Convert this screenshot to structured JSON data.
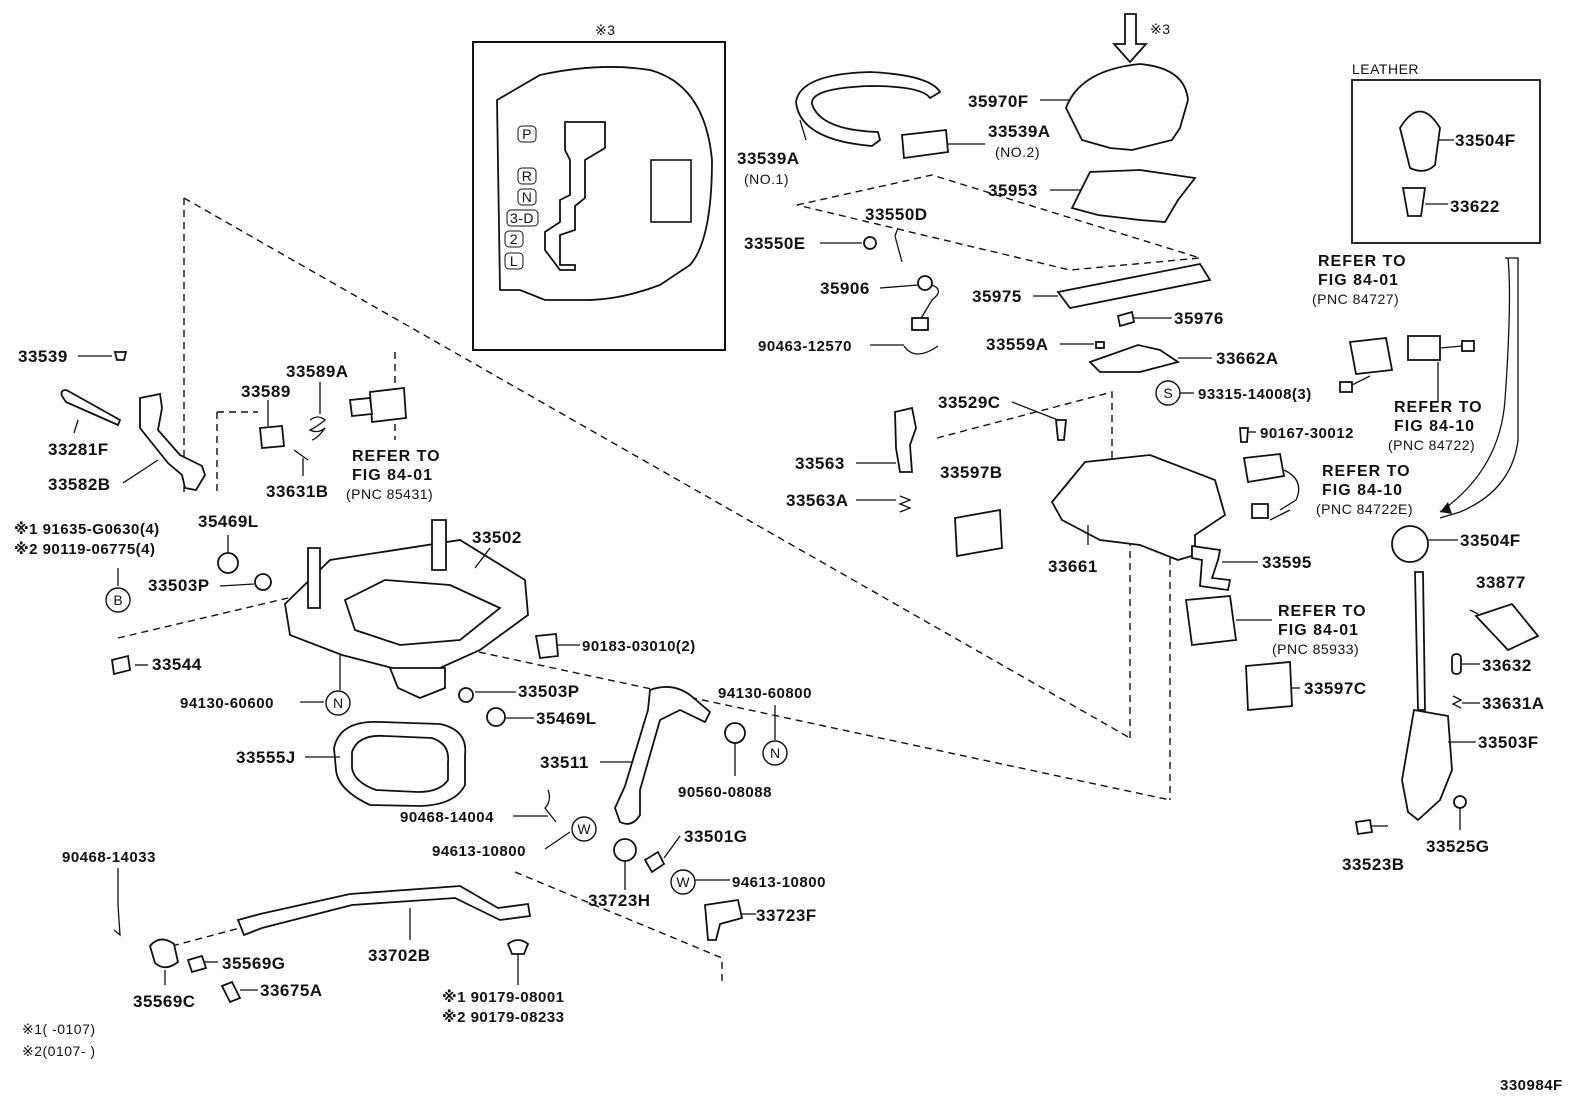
{
  "inset": {
    "marker": "※3",
    "gate_labels": [
      "P",
      "R",
      "N",
      "3-D",
      "2",
      "L"
    ]
  },
  "leather_label": "LEATHER",
  "arrow_marker": "※3",
  "parts": {
    "p33539": "33539",
    "p33281F": "33281F",
    "p33582B": "33582B",
    "p33589": "33589",
    "p33589A": "33589A",
    "p33631B": "33631B",
    "p35469L_a": "35469L",
    "p33503P_a": "33503P",
    "p33502": "33502",
    "p33544": "33544",
    "p94130_60600": "94130-60600",
    "p33503P_b": "33503P",
    "p35469L_b": "35469L",
    "p90183": "90183-03010(2)",
    "p33555J": "33555J",
    "p90468_14004": "90468-14004",
    "p94613_a": "94613-10800",
    "p33511": "33511",
    "p94130_60800": "94130-60800",
    "p90560": "90560-08088",
    "p33501G": "33501G",
    "p33723H": "33723H",
    "p94613_b": "94613-10800",
    "p33723F": "33723F",
    "p90468_14033": "90468-14033",
    "p35569G": "35569G",
    "p35569C": "35569C",
    "p33675A": "33675A",
    "p33702B": "33702B",
    "p33539A_1": "33539A",
    "p33539A_1_note": "(NO.1)",
    "p33539A_2": "33539A",
    "p33539A_2_note": "(NO.2)",
    "p35970F": "35970F",
    "p35953": "35953",
    "p33550D": "33550D",
    "p33550E": "33550E",
    "p35906": "35906",
    "p90463": "90463-12570",
    "p35975": "35975",
    "p35976": "35976",
    "p33559A": "33559A",
    "p33662A": "33662A",
    "p93315": "93315-14008(3)",
    "p33529C": "33529C",
    "p33563": "33563",
    "p33563A": "33563A",
    "p33597B": "33597B",
    "p33661": "33661",
    "p90167": "90167-30012",
    "p33595": "33595",
    "p33597C": "33597C",
    "p33504F_a": "33504F",
    "p33622": "33622",
    "p33504F_b": "33504F",
    "p33877": "33877",
    "p33632": "33632",
    "p33631A": "33631A",
    "p33503F": "33503F",
    "p33523B": "33523B",
    "p33525G": "33525G"
  },
  "alt_parts": {
    "b_line1": "※1 91635-G0630(4)",
    "b_line2": "※2 90119-06775(4)",
    "bottom_line1": "※1  90179-08001",
    "bottom_line2": "※2  90179-08233"
  },
  "refs": {
    "r85431": [
      "REFER TO",
      "FIG 84-01",
      "(PNC 85431)"
    ],
    "r84727": [
      "REFER TO",
      "FIG 84-01",
      "(PNC 84727)"
    ],
    "r84722": [
      "REFER TO",
      "FIG 84-10",
      "(PNC 84722)"
    ],
    "r84722E": [
      "REFER TO",
      "FIG 84-10",
      "(PNC 84722E)"
    ],
    "r85933": [
      "REFER TO",
      "FIG 84-01",
      "(PNC 85933)"
    ]
  },
  "badges": {
    "B": "B",
    "N1": "N",
    "N2": "N",
    "W1": "W",
    "W2": "W",
    "S": "S"
  },
  "footnotes": {
    "f1": "※1(      -0107)",
    "f2": "※2(0107-      )"
  },
  "figure_id": "330984F"
}
